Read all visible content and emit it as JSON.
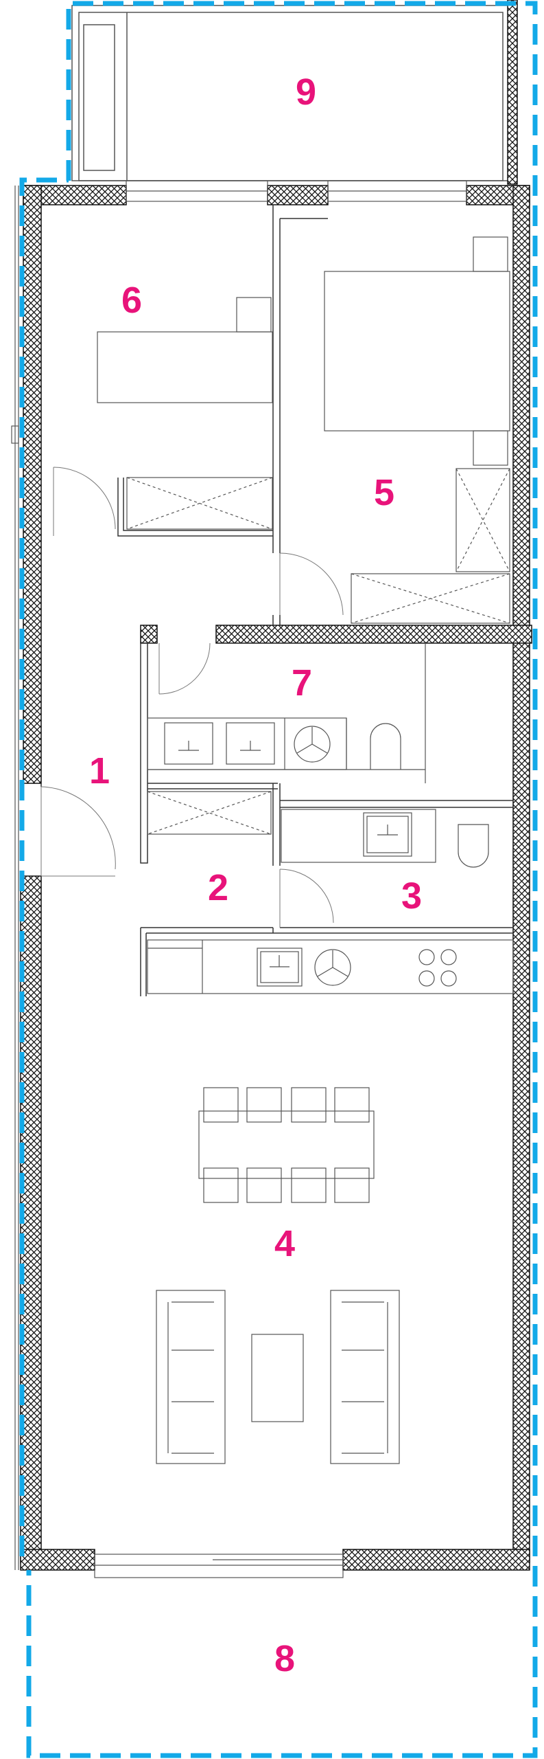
{
  "colors": {
    "room_label": "#E8137A",
    "boundary": "#13A9E8",
    "wall_line": "#333333",
    "fixture_line": "#555555"
  },
  "rooms": [
    {
      "id": "r9",
      "label": "9"
    },
    {
      "id": "r6",
      "label": "6"
    },
    {
      "id": "r5",
      "label": "5"
    },
    {
      "id": "r7",
      "label": "7"
    },
    {
      "id": "r1",
      "label": "1"
    },
    {
      "id": "r2",
      "label": "2"
    },
    {
      "id": "r3",
      "label": "3"
    },
    {
      "id": "r4",
      "label": "4"
    },
    {
      "id": "r8",
      "label": "8"
    }
  ]
}
